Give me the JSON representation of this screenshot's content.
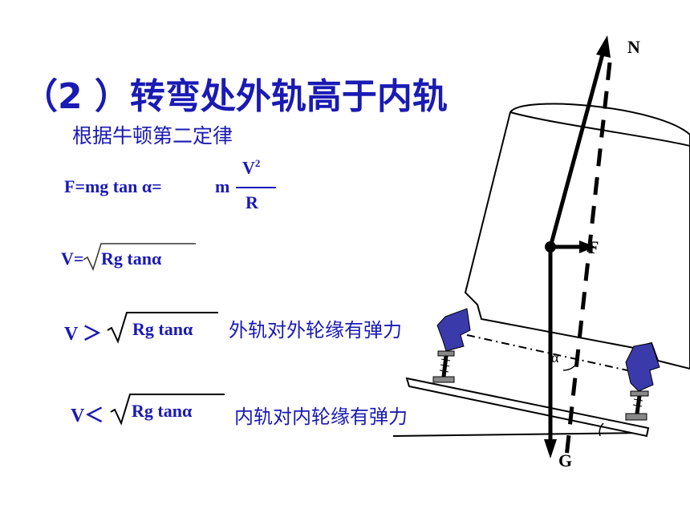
{
  "title": "（2 ）转弯处外轨高于内轨",
  "subtitle": "根据牛顿第二定律",
  "formula1": {
    "lhs": "F=mg tan α=",
    "m": "m",
    "numerator": "V",
    "numerator_exp": "2",
    "denominator": "R"
  },
  "formula2": {
    "lhs": "V=",
    "radicand": "Rg tanα"
  },
  "condition_greater": {
    "lhs": "V ＞",
    "radicand": "Rg tanα",
    "note": "外轨对外轮缘有弹力"
  },
  "condition_less": {
    "lhs": "V＜",
    "radicand": "Rg tanα",
    "note": "内轨对内轮缘有弹力"
  },
  "diagram": {
    "force_labels": {
      "normal": "N",
      "net": "F",
      "gravity": "G",
      "angle": "α"
    },
    "colors": {
      "text": "#1a1ab4",
      "wheel": "#3a3aaa",
      "line": "#000000"
    }
  }
}
